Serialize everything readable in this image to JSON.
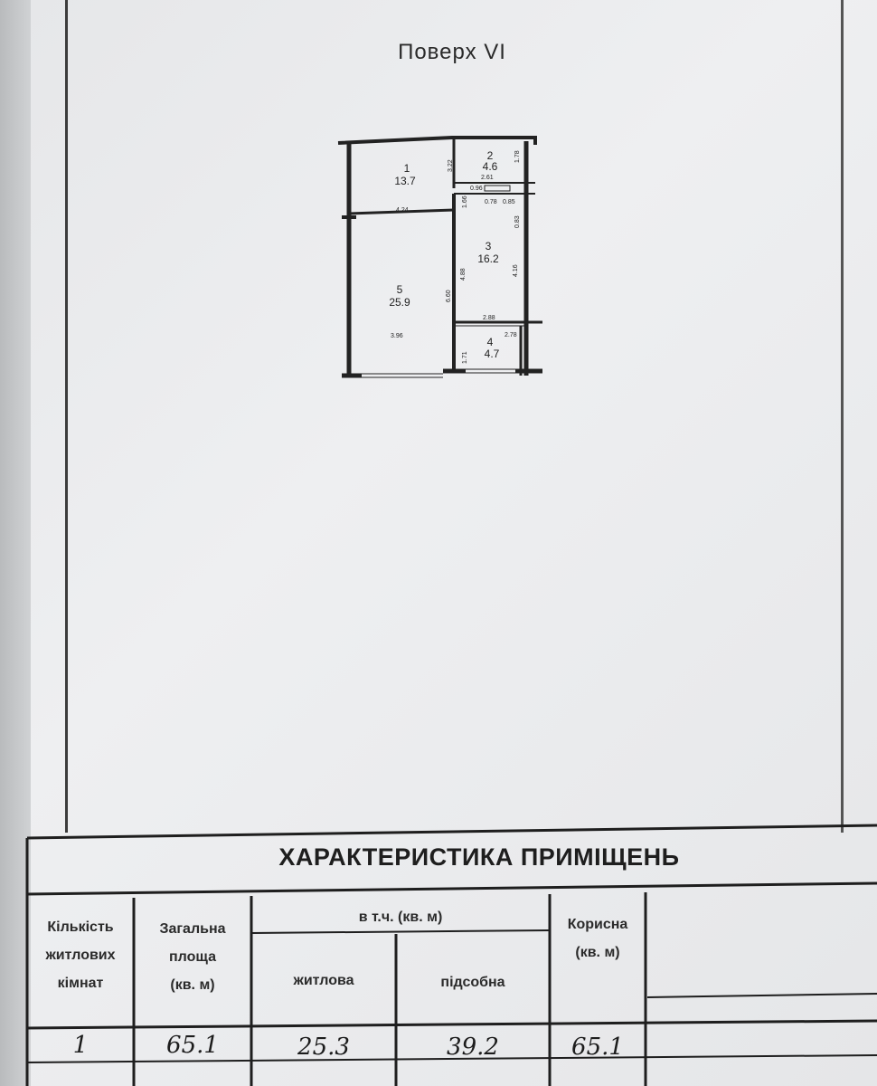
{
  "document": {
    "floor_title": "Поверх VI",
    "section_title": "ХАРАКТЕРИСТИКА ПРИМІЩЕНЬ"
  },
  "plan": {
    "rooms": [
      {
        "number": "1",
        "area": "13.7"
      },
      {
        "number": "2",
        "area": "4.6"
      },
      {
        "number": "3",
        "area": "16.2"
      },
      {
        "number": "4",
        "area": "4.7"
      },
      {
        "number": "5",
        "area": "25.9"
      }
    ],
    "dimensions": [
      "3.22",
      "2.61",
      "1.78",
      "0.96",
      "0.78",
      "0.85",
      "1.66",
      "4.24",
      "0.83",
      "4.88",
      "6.60",
      "4.16",
      "2.88",
      "3.96",
      "2.78",
      "1.71"
    ]
  },
  "table": {
    "headers": {
      "rooms_count": [
        "Кількість",
        "житлових",
        "кімнат"
      ],
      "total_area": [
        "Загальна",
        "площа",
        "(кв. м)"
      ],
      "including": "в т.ч. (кв. м)",
      "living": "житлова",
      "auxiliary": "підсобна",
      "useful": [
        "Корисна",
        "(кв. м)"
      ]
    },
    "values": {
      "rooms_count": "1",
      "total_area": "65.1",
      "living": "25.3",
      "auxiliary": "39.2",
      "useful": "65.1"
    }
  }
}
